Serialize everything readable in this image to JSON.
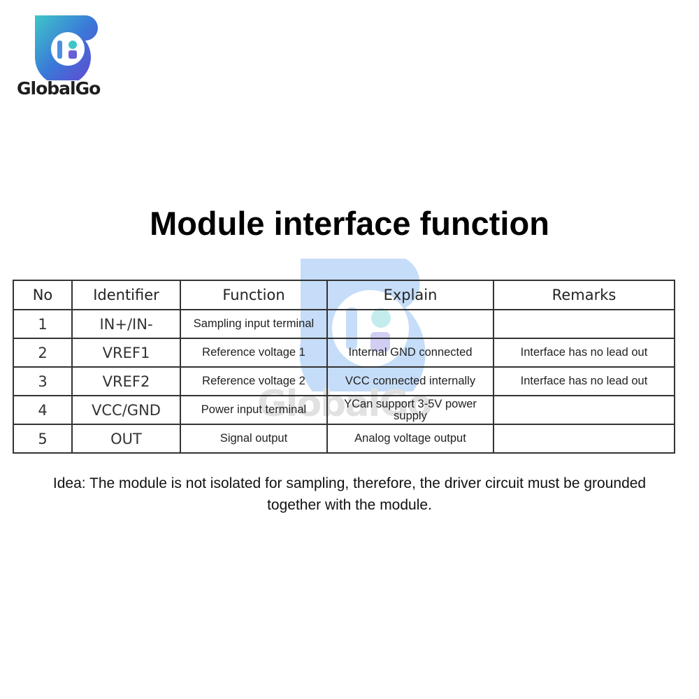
{
  "brand": {
    "logo_text": "GlobalGo",
    "watermark_text": "GlobalGo",
    "colors": {
      "logo_teal": "#3fc6c9",
      "logo_purple": "#6a5fd6",
      "logo_blue": "#3a78d8"
    }
  },
  "title": "Module interface function",
  "table": {
    "headers": {
      "no": "No",
      "identifier": "Identifier",
      "function": "Function",
      "explain": "Explain",
      "remarks": "Remarks"
    },
    "rows": [
      {
        "no": "1",
        "identifier": "IN+/IN-",
        "function": "Sampling input terminal",
        "explain": "",
        "remarks": ""
      },
      {
        "no": "2",
        "identifier": "VREF1",
        "function": "Reference voltage 1",
        "explain": "Internal GND connected",
        "remarks": "Interface has no lead out"
      },
      {
        "no": "3",
        "identifier": "VREF2",
        "function": "Reference voltage 2",
        "explain": "VCC connected internally",
        "remarks": "Interface has no lead out"
      },
      {
        "no": "4",
        "identifier": "VCC/GND",
        "function": "Power input terminal",
        "explain": "YCan support 3-5V power supply",
        "remarks": ""
      },
      {
        "no": "5",
        "identifier": "OUT",
        "function": "Signal output",
        "explain": "Analog voltage output",
        "remarks": ""
      }
    ]
  },
  "idea": "Idea: The module is not isolated for sampling, therefore, the driver circuit must be grounded together with the module."
}
